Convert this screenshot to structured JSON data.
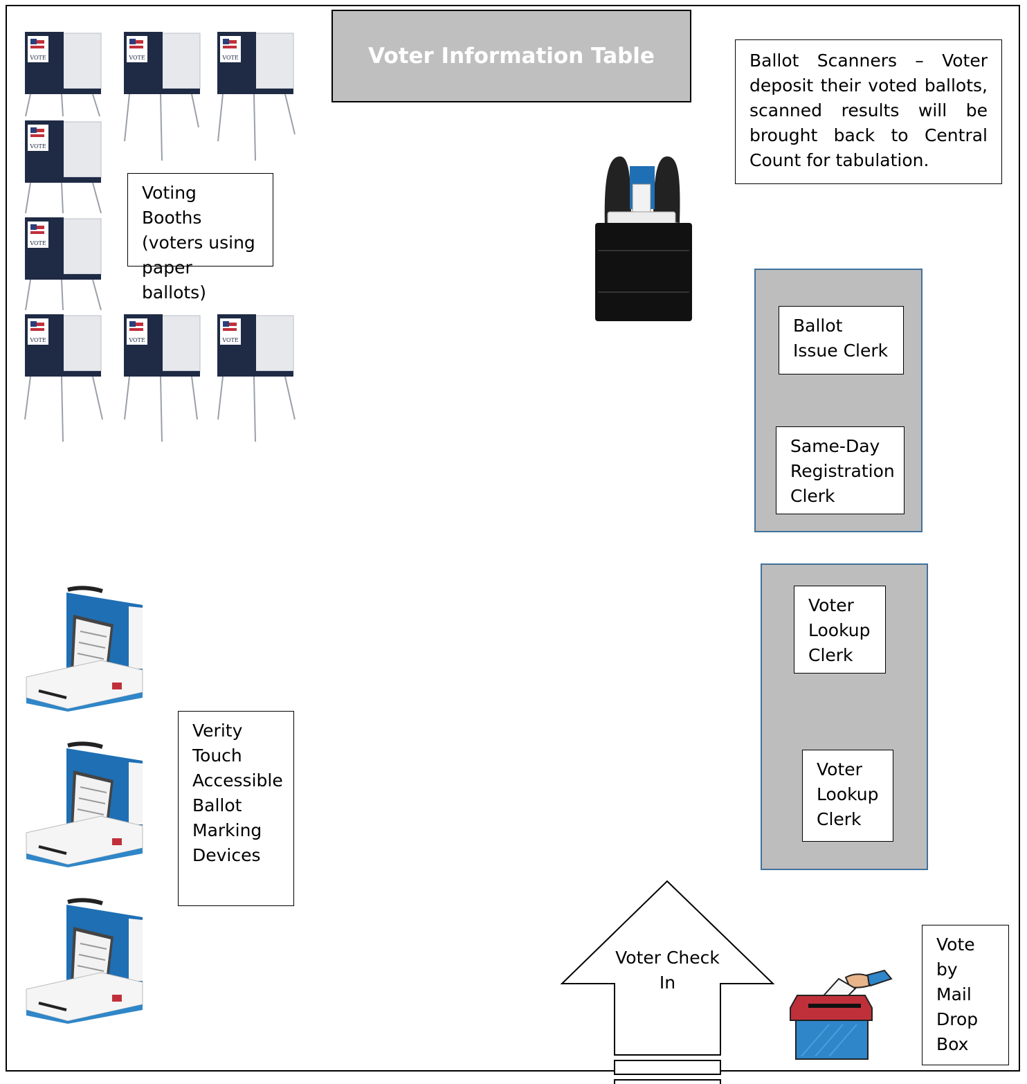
{
  "diagram": {
    "info_table": "Voter Information Table",
    "scanner_note": "Ballot Scanners – Voter deposit their voted ballots, scanned results will be brought back to Central Count for tabulation.",
    "booths_label": "Voting Booths (voters using paper ballots)",
    "bmd_label": "Verity Touch Accessible Ballot Marking Devices",
    "ballot_issue_clerk": "Ballot Issue Clerk",
    "same_day_clerk": "Same-Day Registration Clerk",
    "lookup_clerk_1": "Voter Lookup Clerk",
    "lookup_clerk_2": "Voter Lookup Clerk",
    "check_in_arrow": "Voter Check In",
    "drop_box_label": "Vote by Mail Drop Box",
    "booth_sign_text": "VOTE"
  },
  "colors": {
    "panel_gray": "#bdbdbd",
    "panel_border": "#41719c",
    "booth_navy": "#1f2a44",
    "bmd_blue": "#1f6fb5",
    "dropbox_red": "#c0303a",
    "dropbox_blue": "#2f86c8"
  }
}
